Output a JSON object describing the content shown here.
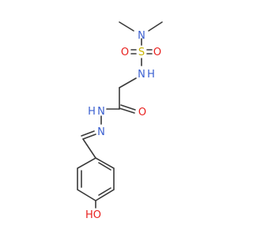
{
  "molecule": {
    "atoms": {
      "n_top": "N",
      "s": "S",
      "o_left": "O",
      "o_right": "O",
      "nh": "N",
      "h_of_nh": "H",
      "o_carbonyl": "O",
      "n_hydrazide": "N",
      "h_of_hydrazide": "H",
      "n_imine": "N",
      "oh": "HO"
    },
    "colors": {
      "bond": "#3a3a3a",
      "nitrogen": "#3a5fd0",
      "oxygen": "#e8201e",
      "sulfur": "#c9b400"
    }
  }
}
